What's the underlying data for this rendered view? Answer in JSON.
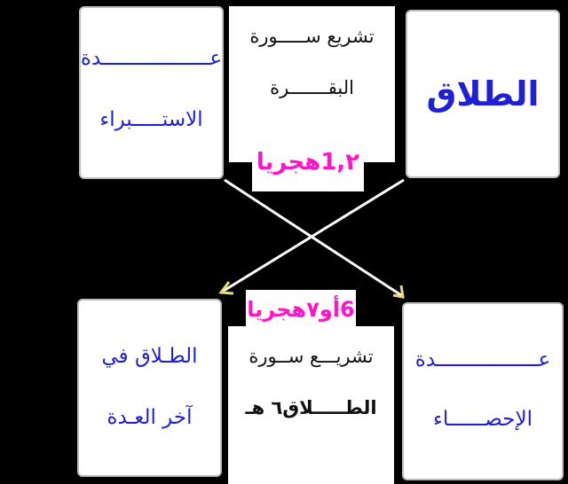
{
  "top_left_box": {
    "line1": "عــــــــــــــــــدة",
    "line2": "الاستـــــبراء"
  },
  "top_center_panel": {
    "line1": "تشريع  ســـــورة",
    "line2": "البقـــــــرة",
    "date": "٢,1هجريا"
  },
  "top_right_box": {
    "title": "الطلاق"
  },
  "bottom_left_box": {
    "line1": "الطـلاق في",
    "line2": "آخر العـدة"
  },
  "bottom_center_panel": {
    "date": "6أو٧هجريا",
    "line1": "تشريـــع  ســورة",
    "line2": "الطـــــلاق٦ هـ"
  },
  "bottom_right_box": {
    "line1": "عـــــــــــــــــدة",
    "line2": "الإحصــــــاء"
  },
  "colors": {
    "blue_text": "#1f1fd6",
    "magenta_text": "#ff14c8",
    "arrow_line": "#ffffff",
    "arrow_head": "#e8e070",
    "background": "#000000"
  }
}
